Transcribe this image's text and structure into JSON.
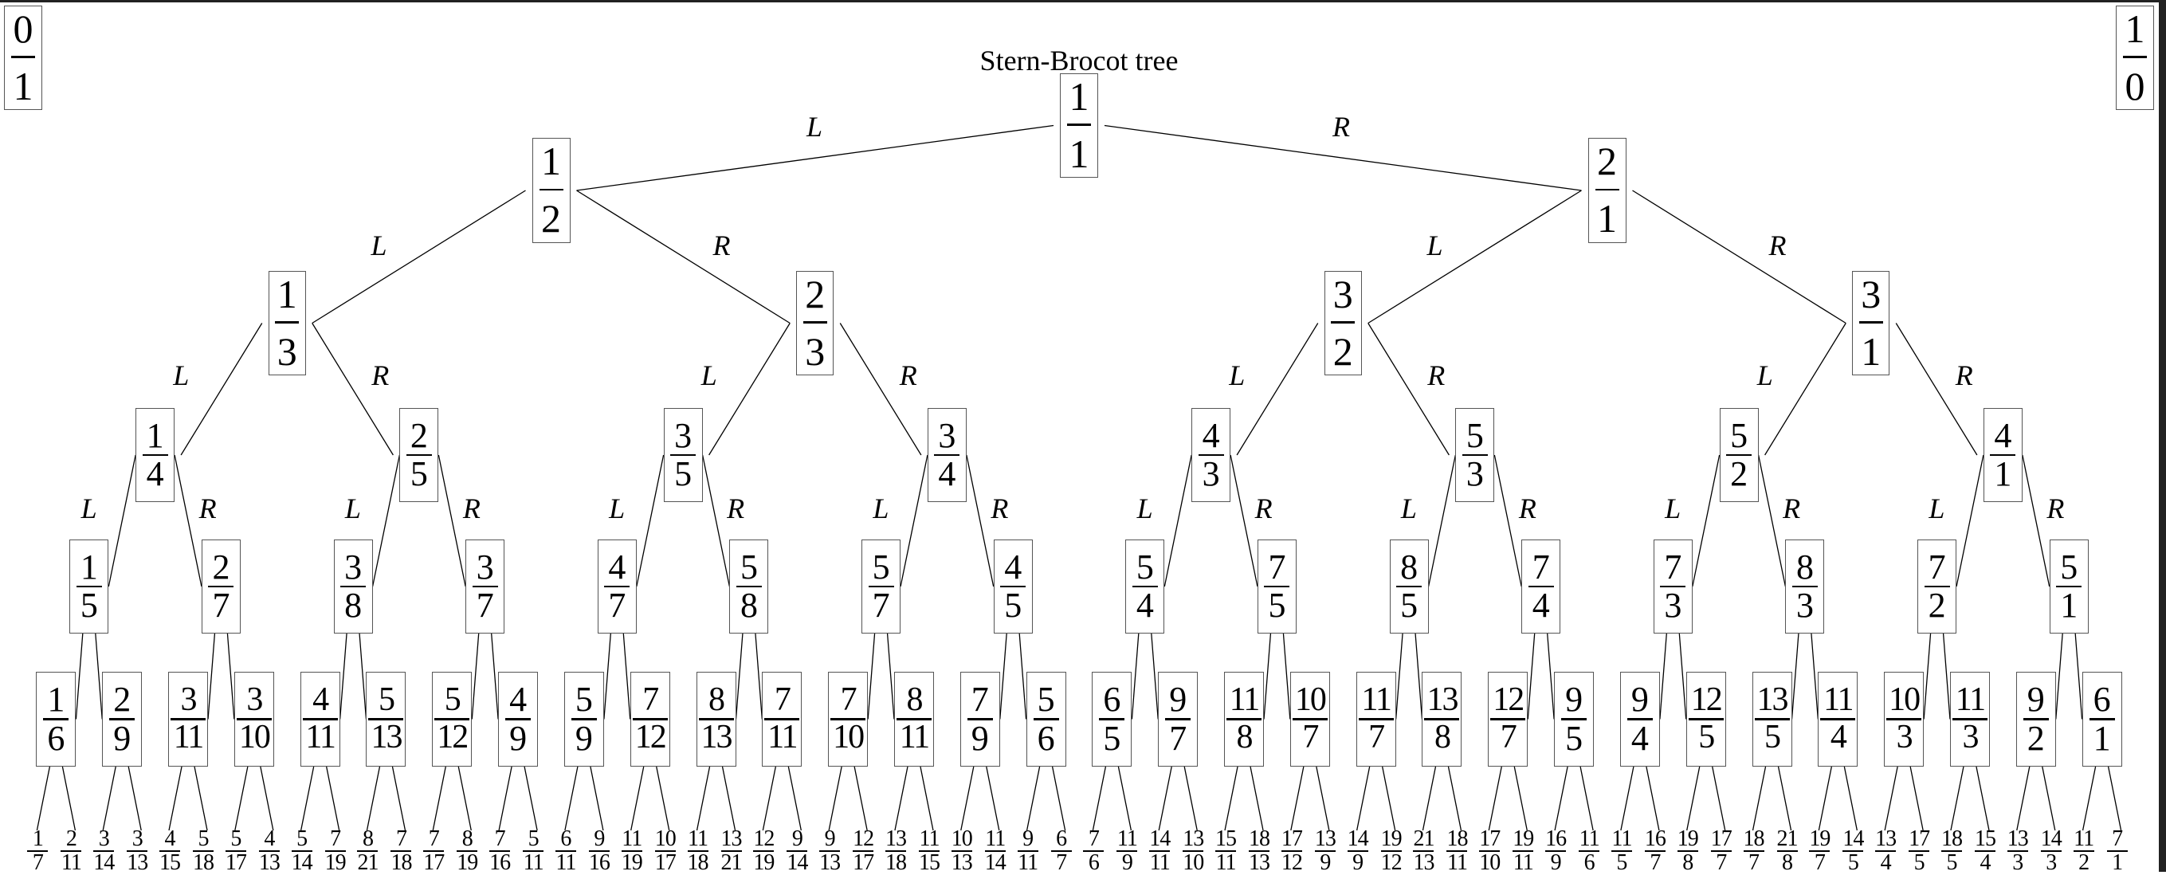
{
  "title": "Stern-Brocot tree",
  "boundaries": {
    "left": {
      "num": "0",
      "den": "1"
    },
    "right": {
      "num": "1",
      "den": "0"
    }
  },
  "edge_labels": {
    "left": "L",
    "right": "R"
  },
  "levels": [
    [
      [
        1,
        1
      ]
    ],
    [
      [
        1,
        2
      ],
      [
        2,
        1
      ]
    ],
    [
      [
        1,
        3
      ],
      [
        2,
        3
      ],
      [
        3,
        2
      ],
      [
        3,
        1
      ]
    ],
    [
      [
        1,
        4
      ],
      [
        2,
        5
      ],
      [
        3,
        5
      ],
      [
        3,
        4
      ],
      [
        4,
        3
      ],
      [
        5,
        3
      ],
      [
        5,
        2
      ],
      [
        4,
        1
      ]
    ],
    [
      [
        1,
        5
      ],
      [
        2,
        7
      ],
      [
        3,
        8
      ],
      [
        3,
        7
      ],
      [
        4,
        7
      ],
      [
        5,
        8
      ],
      [
        5,
        7
      ],
      [
        4,
        5
      ],
      [
        5,
        4
      ],
      [
        7,
        5
      ],
      [
        8,
        5
      ],
      [
        7,
        4
      ],
      [
        7,
        3
      ],
      [
        8,
        3
      ],
      [
        7,
        2
      ],
      [
        5,
        1
      ]
    ],
    [
      [
        1,
        6
      ],
      [
        2,
        9
      ],
      [
        3,
        11
      ],
      [
        3,
        10
      ],
      [
        4,
        11
      ],
      [
        5,
        13
      ],
      [
        5,
        12
      ],
      [
        4,
        9
      ],
      [
        5,
        9
      ],
      [
        7,
        12
      ],
      [
        8,
        13
      ],
      [
        7,
        11
      ],
      [
        7,
        10
      ],
      [
        8,
        11
      ],
      [
        7,
        9
      ],
      [
        5,
        6
      ],
      [
        6,
        5
      ],
      [
        9,
        7
      ],
      [
        11,
        8
      ],
      [
        10,
        7
      ],
      [
        11,
        7
      ],
      [
        13,
        8
      ],
      [
        12,
        7
      ],
      [
        9,
        5
      ],
      [
        9,
        4
      ],
      [
        12,
        5
      ],
      [
        13,
        5
      ],
      [
        11,
        4
      ],
      [
        10,
        3
      ],
      [
        11,
        3
      ],
      [
        9,
        2
      ],
      [
        6,
        1
      ]
    ]
  ],
  "leaves": [
    [
      1,
      7
    ],
    [
      2,
      11
    ],
    [
      3,
      14
    ],
    [
      3,
      13
    ],
    [
      4,
      15
    ],
    [
      5,
      18
    ],
    [
      5,
      17
    ],
    [
      4,
      13
    ],
    [
      5,
      14
    ],
    [
      7,
      19
    ],
    [
      8,
      21
    ],
    [
      7,
      18
    ],
    [
      7,
      17
    ],
    [
      8,
      19
    ],
    [
      7,
      16
    ],
    [
      5,
      11
    ],
    [
      6,
      11
    ],
    [
      9,
      16
    ],
    [
      11,
      19
    ],
    [
      10,
      17
    ],
    [
      11,
      18
    ],
    [
      13,
      21
    ],
    [
      12,
      19
    ],
    [
      9,
      14
    ],
    [
      9,
      13
    ],
    [
      12,
      17
    ],
    [
      13,
      18
    ],
    [
      11,
      15
    ],
    [
      10,
      13
    ],
    [
      11,
      14
    ],
    [
      9,
      11
    ],
    [
      6,
      7
    ],
    [
      7,
      6
    ],
    [
      11,
      9
    ],
    [
      14,
      11
    ],
    [
      13,
      10
    ],
    [
      15,
      11
    ],
    [
      18,
      13
    ],
    [
      17,
      12
    ],
    [
      13,
      9
    ],
    [
      14,
      9
    ],
    [
      19,
      12
    ],
    [
      21,
      13
    ],
    [
      18,
      11
    ],
    [
      17,
      10
    ],
    [
      19,
      11
    ],
    [
      16,
      9
    ],
    [
      11,
      6
    ],
    [
      11,
      5
    ],
    [
      16,
      7
    ],
    [
      19,
      8
    ],
    [
      17,
      7
    ],
    [
      18,
      7
    ],
    [
      21,
      8
    ],
    [
      19,
      7
    ],
    [
      14,
      5
    ],
    [
      13,
      4
    ],
    [
      17,
      5
    ],
    [
      18,
      5
    ],
    [
      15,
      4
    ],
    [
      13,
      3
    ],
    [
      14,
      3
    ],
    [
      11,
      2
    ],
    [
      7,
      1
    ]
  ],
  "labeled_levels": 4
}
